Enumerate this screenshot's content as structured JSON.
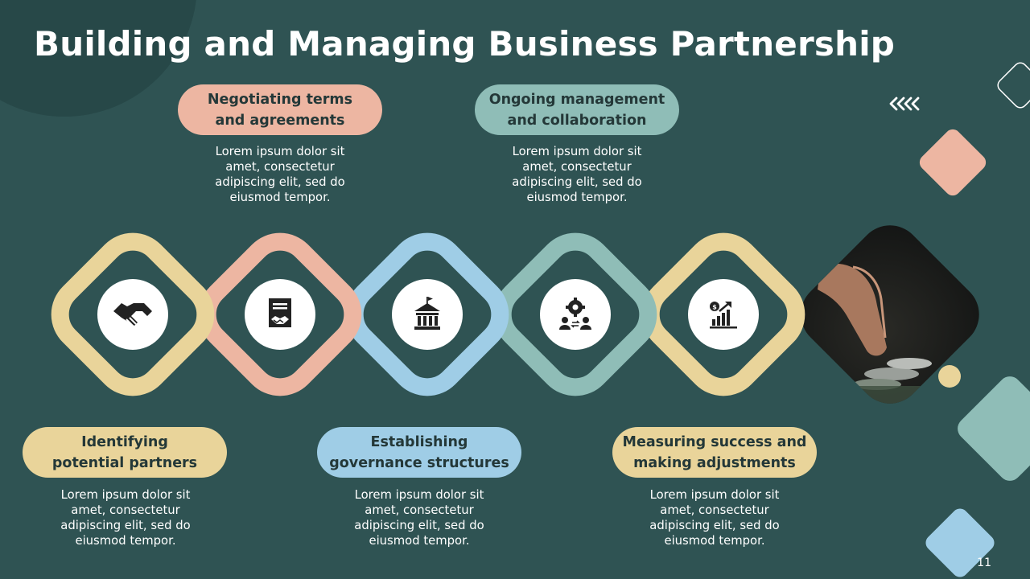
{
  "title": "Building and Managing Business Partnership",
  "steps": [
    {
      "title": [
        "Identifying",
        "potential partners"
      ],
      "desc": [
        "Lorem ipsum dolor sit",
        "amet, consectetur",
        "adipiscing elit, sed do",
        "eiusmod tempor."
      ],
      "icon": "handshake-icon",
      "color": "#e9d49a"
    },
    {
      "title": [
        "Negotiating terms",
        "and agreements"
      ],
      "desc": [
        "Lorem ipsum dolor sit",
        "amet, consectetur",
        "adipiscing elit, sed do",
        "eiusmod tempor."
      ],
      "icon": "contract-handshake-icon",
      "color": "#edb6a2"
    },
    {
      "title": [
        "Establishing",
        "governance structures"
      ],
      "desc": [
        "Lorem ipsum dolor sit",
        "amet, consectetur",
        "adipiscing elit, sed do",
        "eiusmod tempor."
      ],
      "icon": "government-building-icon",
      "color": "#9fcde6"
    },
    {
      "title": [
        "Ongoing management",
        "and collaboration"
      ],
      "desc": [
        "Lorem ipsum dolor sit",
        "amet, consectetur",
        "adipiscing elit, sed do",
        "eiusmod tempor."
      ],
      "icon": "team-gear-icon",
      "color": "#8fbdb7"
    },
    {
      "title": [
        "Measuring success and",
        "making adjustments"
      ],
      "desc": [
        "Lorem ipsum dolor sit",
        "amet, consectetur",
        "adipiscing elit, sed do",
        "eiusmod tempor."
      ],
      "icon": "growth-chart-icon",
      "color": "#e9d49a"
    }
  ],
  "page_number": "11",
  "colors": {
    "background": "#2f5353",
    "yellow": "#e9d49a",
    "peach": "#edb6a2",
    "blue": "#9fcde6",
    "teal": "#8fbdb7",
    "dark_text": "#243838",
    "icon_circle": "#ffffff"
  }
}
